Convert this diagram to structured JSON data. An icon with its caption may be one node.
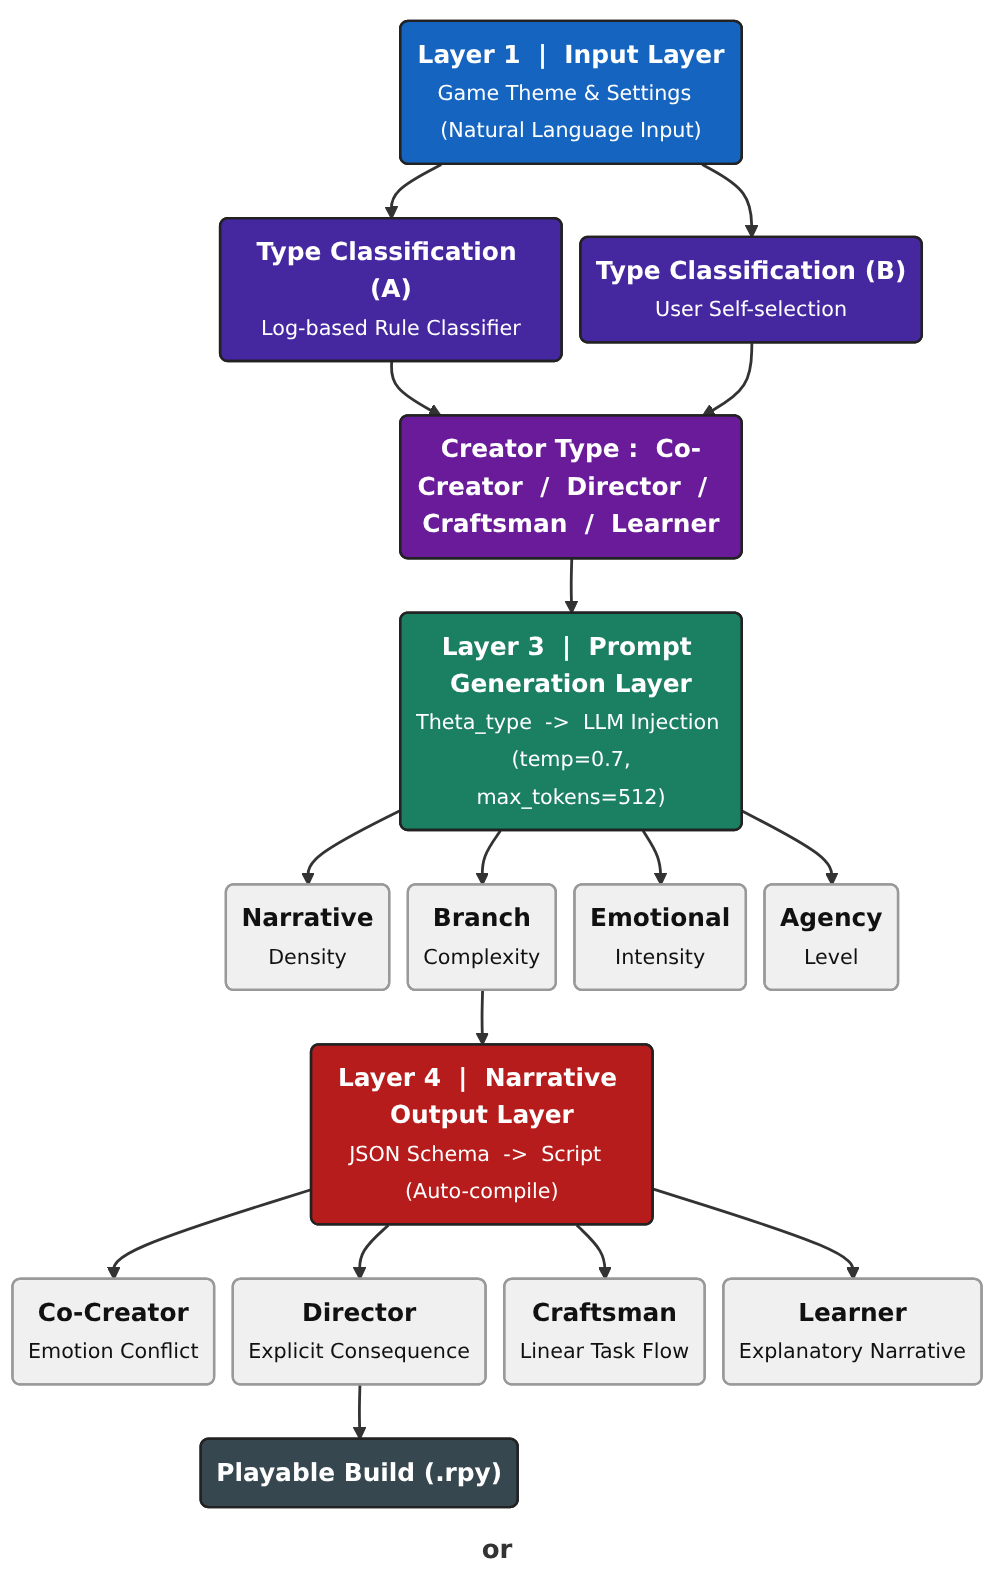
{
  "diagram": {
    "nodes": [
      {
        "text": [
          "Layer 1  |  Input Layer",
          "Game Theme & Settings  (Natural Language Input)"
        ]
      },
      {
        "text": [
          "Type Classification (A)",
          "Log-based Rule Classifier"
        ]
      },
      {
        "text": [
          "Type Classification (B)",
          "User Self-selection"
        ]
      },
      {
        "text": [
          "Creator Type :  Co-Creator  /  Director  /  Craftsman  /  Learner"
        ]
      },
      {
        "text": [
          "Layer 3  |  Prompt Generation Layer",
          "Theta_type  ->  LLM Injection  (temp=0.7, max_tokens=512)"
        ]
      },
      {
        "text": [
          "Narrative",
          "Density"
        ]
      },
      {
        "text": [
          "Branch",
          "Complexity"
        ]
      },
      {
        "text": [
          "Emotional",
          "Intensity"
        ]
      },
      {
        "text": [
          "Agency",
          "Level"
        ]
      },
      {
        "text": [
          "Layer 4  |  Narrative Output Layer",
          "JSON Schema  ->  Script  (Auto-compile)"
        ]
      },
      {
        "text": [
          "Co-Creator",
          "Emotion Conflict"
        ]
      },
      {
        "text": [
          "Director",
          "Explicit Consequence"
        ]
      },
      {
        "text": [
          "Craftsman",
          "Linear Task Flow"
        ]
      },
      {
        "text": [
          "Learner",
          "Explanatory Narrative"
        ]
      },
      {
        "text": [
          "Playable Build  (.rpy)"
        ]
      }
    ],
    "edges": [
      {
        "from": 0,
        "to": 1,
        "arrow": "to"
      },
      {
        "from": 0,
        "to": 2,
        "arrow": "to"
      },
      {
        "from": 1,
        "to": 3,
        "arrow": "to"
      },
      {
        "from": 2,
        "to": 3,
        "arrow": "to"
      },
      {
        "from": 3,
        "to": 4,
        "arrow": "to"
      },
      {
        "from": 4,
        "to": 5,
        "arrow": "to"
      },
      {
        "from": 4,
        "to": 6,
        "arrow": "to"
      },
      {
        "from": 4,
        "to": 7,
        "arrow": "to"
      },
      {
        "from": 4,
        "to": 8,
        "arrow": "to"
      },
      {
        "from": 6,
        "to": 9,
        "arrow": "to"
      },
      {
        "from": 9,
        "to": 10,
        "arrow": "to"
      },
      {
        "from": 9,
        "to": 11,
        "arrow": "to"
      },
      {
        "from": 9,
        "to": 12,
        "arrow": "to"
      },
      {
        "from": 9,
        "to": 13,
        "arrow": "to"
      },
      {
        "from": 11,
        "to": 14,
        "arrow": "to"
      }
    ],
    "labels": [
      "or"
    ]
  }
}
